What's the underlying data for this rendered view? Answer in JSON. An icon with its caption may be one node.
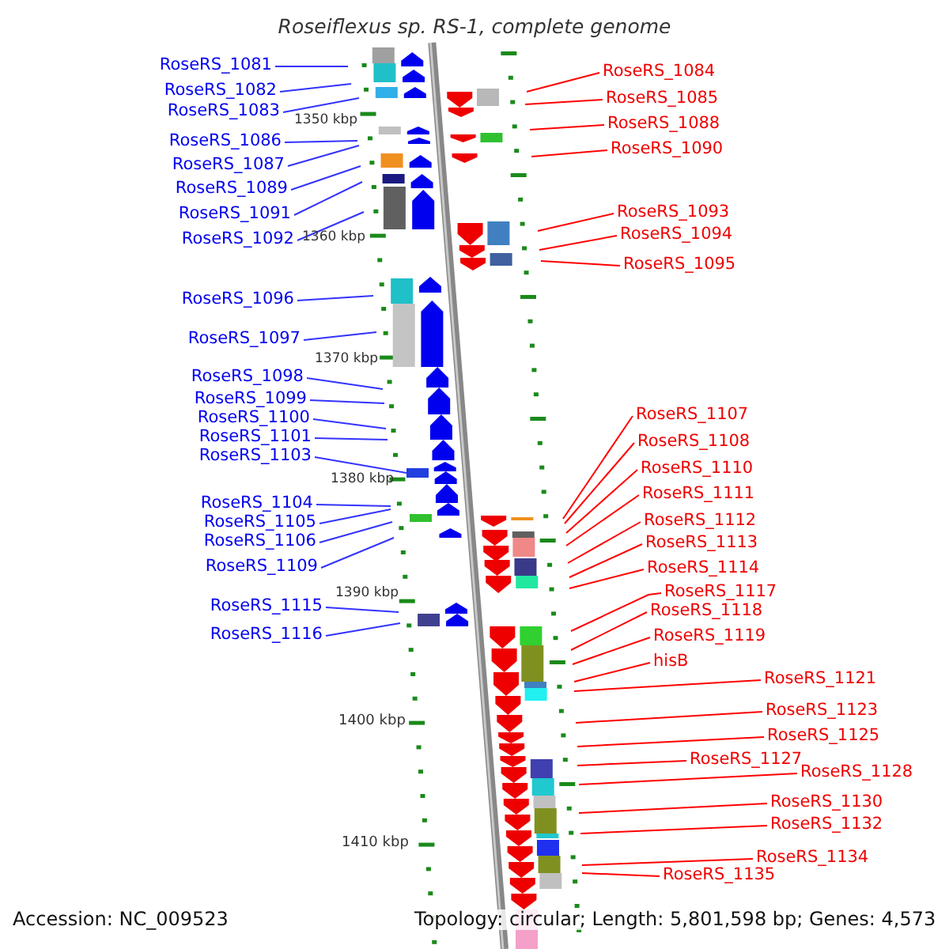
{
  "diagram": {
    "title": "Roseiflexus sp. RS-1, complete genome",
    "nodes": [
      {
        "text": [
          "RoseRS_1081"
        ]
      },
      {
        "text": [
          "RoseRS_1084"
        ]
      },
      {
        "text": [
          "RoseRS_1082"
        ]
      },
      {
        "text": [
          "RoseRS_1085"
        ]
      },
      {
        "text": [
          "RoseRS_1083"
        ]
      },
      {
        "text": [
          "RoseRS_1088"
        ]
      },
      {
        "text": [
          "RoseRS_1086"
        ]
      },
      {
        "text": [
          "RoseRS_1090"
        ]
      },
      {
        "text": [
          "RoseRS_1087"
        ]
      },
      {
        "text": [
          "RoseRS_1089"
        ]
      },
      {
        "text": [
          "RoseRS_1093"
        ]
      },
      {
        "text": [
          "RoseRS_1091"
        ]
      },
      {
        "text": [
          "RoseRS_1094"
        ]
      },
      {
        "text": [
          "RoseRS_1092"
        ]
      },
      {
        "text": [
          "RoseRS_1095"
        ]
      },
      {
        "text": [
          "RoseRS_1096"
        ]
      },
      {
        "text": [
          "RoseRS_1097"
        ]
      },
      {
        "text": [
          "RoseRS_1098"
        ]
      },
      {
        "text": [
          "RoseRS_1099"
        ]
      },
      {
        "text": [
          "RoseRS_1107"
        ]
      },
      {
        "text": [
          "RoseRS_1100"
        ]
      },
      {
        "text": [
          "RoseRS_1108"
        ]
      },
      {
        "text": [
          "RoseRS_1101"
        ]
      },
      {
        "text": [
          "RoseRS_1103"
        ]
      },
      {
        "text": [
          "RoseRS_1110"
        ]
      },
      {
        "text": [
          "RoseRS_1104"
        ]
      },
      {
        "text": [
          "RoseRS_1111"
        ]
      },
      {
        "text": [
          "RoseRS_1105"
        ]
      },
      {
        "text": [
          "RoseRS_1112"
        ]
      },
      {
        "text": [
          "RoseRS_1106"
        ]
      },
      {
        "text": [
          "RoseRS_1113"
        ]
      },
      {
        "text": [
          "RoseRS_1109"
        ]
      },
      {
        "text": [
          "RoseRS_1114"
        ]
      },
      {
        "text": [
          "RoseRS_1117"
        ]
      },
      {
        "text": [
          "RoseRS_1115"
        ]
      },
      {
        "text": [
          "RoseRS_1118"
        ]
      },
      {
        "text": [
          "RoseRS_1116"
        ]
      },
      {
        "text": [
          "RoseRS_1119"
        ]
      },
      {
        "text": [
          "hisB"
        ]
      },
      {
        "text": [
          "RoseRS_1121"
        ]
      },
      {
        "text": [
          "RoseRS_1123"
        ]
      },
      {
        "text": [
          "RoseRS_1125"
        ]
      },
      {
        "text": [
          "RoseRS_1127"
        ]
      },
      {
        "text": [
          "RoseRS_1128"
        ]
      },
      {
        "text": [
          "RoseRS_1130"
        ]
      },
      {
        "text": [
          "RoseRS_1132"
        ]
      },
      {
        "text": [
          "RoseRS_1134"
        ]
      },
      {
        "text": [
          "RoseRS_1135"
        ]
      },
      {
        "text": [],
        "shape": "box"
      }
    ],
    "edges": [
      {
        "from": 0,
        "to": null,
        "arrow": "none",
        "color": "#3333ff"
      },
      {
        "from": 1,
        "to": null,
        "arrow": "none"
      },
      {
        "from": 2,
        "to": null,
        "arrow": "none",
        "color": "#3333ff"
      },
      {
        "from": 3,
        "to": null,
        "arrow": "none"
      },
      {
        "from": 4,
        "to": null,
        "arrow": "none",
        "color": "#3333ff"
      },
      {
        "from": 5,
        "to": null,
        "arrow": "none"
      },
      {
        "from": 6,
        "to": null,
        "arrow": "none",
        "color": "#3333ff"
      },
      {
        "from": 7,
        "to": null,
        "arrow": "none"
      },
      {
        "from": 8,
        "to": null,
        "arrow": "none",
        "color": "#3333ff"
      },
      {
        "from": 9,
        "to": null,
        "arrow": "none",
        "color": "#3333ff"
      },
      {
        "from": 10,
        "to": null,
        "arrow": "none"
      },
      {
        "from": 11,
        "to": null,
        "arrow": "none",
        "color": "#3333ff"
      },
      {
        "from": 12,
        "to": null,
        "arrow": "none"
      },
      {
        "from": 13,
        "to": null,
        "arrow": "none",
        "color": "#3333ff"
      },
      {
        "from": 14,
        "to": null,
        "arrow": "none"
      },
      {
        "from": 15,
        "to": null,
        "arrow": "none",
        "color": "#3333ff"
      },
      {
        "from": 16,
        "to": null,
        "arrow": "none",
        "color": "#3333ff"
      },
      {
        "from": 17,
        "to": null,
        "arrow": "none",
        "color": "#3333ff"
      },
      {
        "from": 18,
        "to": null,
        "arrow": "none",
        "color": "#3333ff"
      },
      {
        "from": 19,
        "to": null,
        "arrow": "none"
      },
      {
        "from": 20,
        "to": null,
        "arrow": "none",
        "color": "#3333ff"
      },
      {
        "from": 21,
        "to": null,
        "arrow": "none"
      },
      {
        "from": 22,
        "to": null,
        "arrow": "none",
        "color": "#3333ff"
      },
      {
        "from": 23,
        "to": 48,
        "arrow": "none",
        "color": "#3333ff"
      },
      {
        "from": 24,
        "to": null,
        "arrow": "none"
      },
      {
        "from": 25,
        "to": null,
        "arrow": "none",
        "color": "#3333ff"
      },
      {
        "from": 26,
        "to": null,
        "arrow": "none"
      },
      {
        "from": 27,
        "to": null,
        "arrow": "none",
        "color": "#3333ff"
      },
      {
        "from": 28,
        "to": null,
        "arrow": "none"
      },
      {
        "from": 29,
        "to": null,
        "arrow": "none",
        "color": "#3333ff"
      },
      {
        "from": 30,
        "to": null,
        "arrow": "none"
      },
      {
        "from": 31,
        "to": null,
        "arrow": "none",
        "color": "#3333ff"
      },
      {
        "from": 32,
        "to": null,
        "arrow": "none"
      },
      {
        "from": 33,
        "to": null,
        "arrow": "none"
      },
      {
        "from": 34,
        "to": null,
        "arrow": "none",
        "color": "#3333ff"
      },
      {
        "from": 35,
        "to": null,
        "arrow": "none"
      },
      {
        "from": 36,
        "to": null,
        "arrow": "none",
        "color": "#3333ff"
      },
      {
        "from": 37,
        "to": null,
        "arrow": "none"
      },
      {
        "from": 38,
        "to": null,
        "arrow": "none"
      },
      {
        "from": 39,
        "to": null,
        "arrow": "none"
      },
      {
        "from": 40,
        "to": null,
        "arrow": "none"
      },
      {
        "from": 41,
        "to": null,
        "arrow": "none"
      },
      {
        "from": 42,
        "to": null,
        "arrow": "none"
      },
      {
        "from": 43,
        "to": null,
        "arrow": "none"
      },
      {
        "from": 44,
        "to": null,
        "arrow": "none"
      },
      {
        "from": 45,
        "to": null,
        "arrow": "none"
      },
      {
        "from": 46,
        "to": null,
        "arrow": "none"
      },
      {
        "from": 47,
        "to": null,
        "arrow": "none"
      }
    ],
    "labels": [
      "1350 kbp",
      "1360 kbp",
      "1370 kbp",
      "1380 kbp",
      "1390 kbp",
      "1400 kbp",
      "1410 kbp",
      "Accession: NC_009523",
      "Topology: circular; Length: 5,801,598 bp; Genes: 4,573"
    ]
  }
}
